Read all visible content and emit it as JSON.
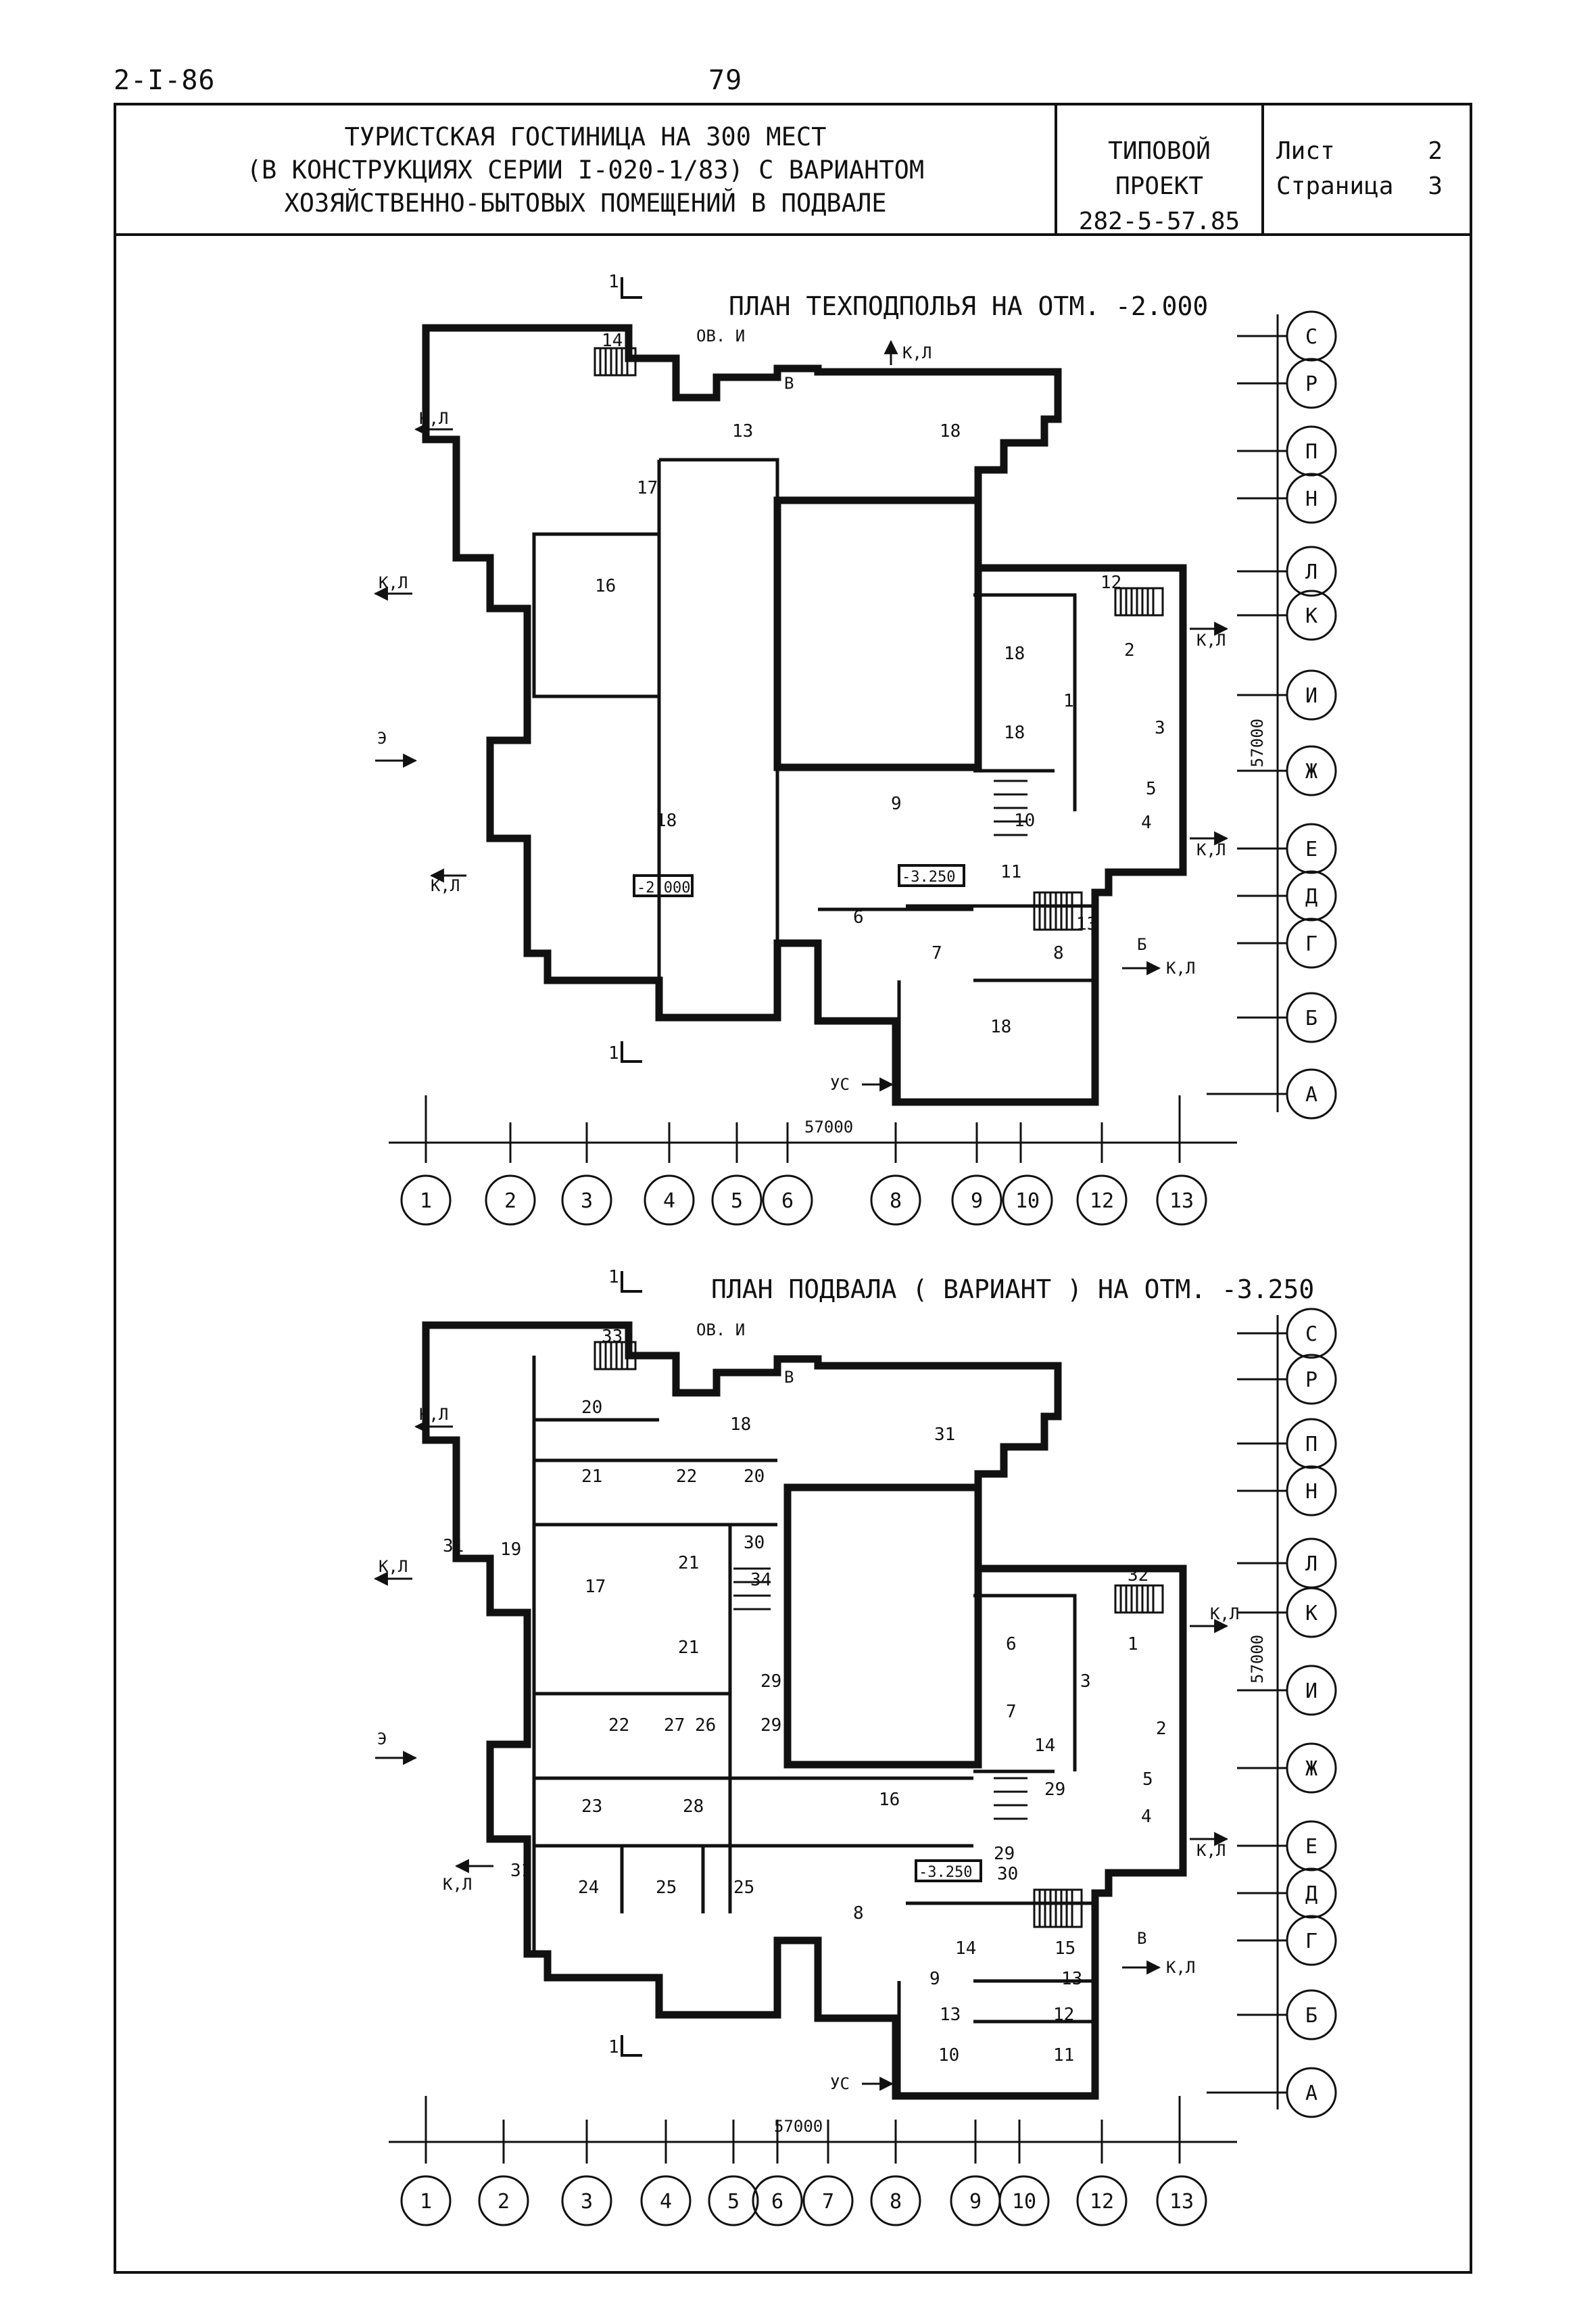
{
  "header": {
    "doc_code": "2-I-86",
    "page_number": "79",
    "title_lines": [
      "ТУРИСТСКАЯ ГОСТИНИЦА НА 300 МЕСТ",
      "(В КОНСТРУКЦИЯХ СЕРИИ I-020-1/83) С ВАРИАНТОМ",
      "ХОЗЯЙСТВЕННО-БЫТОВЫХ ПОМЕЩЕНИЙ В ПОДВАЛЕ"
    ],
    "project_label": "ТИПОВОЙ ПРОЕКТ",
    "project_number": "282-5-57.85",
    "sheet_label": "Лист",
    "sheet_value": "2",
    "page_label": "Страница",
    "page_value": "3"
  },
  "plans": [
    {
      "title": "ПЛАН ТЕХПОДПОЛЬЯ  НА ОТМ. -2.000",
      "dim_horizontal": "57000",
      "dim_vertical": "57000",
      "axes_numeric": [
        "1",
        "2",
        "3",
        "4",
        "5",
        "6",
        "8",
        "9",
        "10",
        "12",
        "13"
      ],
      "axes_letter": [
        "С",
        "Р",
        "П",
        "Н",
        "Л",
        "К",
        "И",
        "Ж",
        "Е",
        "Д",
        "Г",
        "Б",
        "А"
      ],
      "elevations": [
        "-2,000",
        "-3.250"
      ],
      "section_mark": "1",
      "entrance_labels": [
        "К,Л",
        "К,Л",
        "Э",
        "К,Л",
        "К,Л",
        "К,Л",
        "К,Л",
        "К,Л",
        "ОВ. И",
        "В",
        "Б",
        "УС"
      ],
      "rooms": [
        "14",
        "13",
        "18",
        "17",
        "16",
        "18",
        "18",
        "18",
        "1",
        "2",
        "3",
        "5",
        "4",
        "12",
        "9",
        "10",
        "11",
        "6",
        "7",
        "8",
        "13",
        "18"
      ]
    },
    {
      "title": "ПЛАН ПОДВАЛА ( ВАРИАНТ )  НА ОТМ. -3.250",
      "dim_horizontal": "57000",
      "dim_vertical": "57000",
      "axes_numeric": [
        "1",
        "2",
        "3",
        "4",
        "5",
        "6",
        "7",
        "8",
        "9",
        "10",
        "12",
        "13"
      ],
      "axes_letter": [
        "С",
        "Р",
        "П",
        "Н",
        "Л",
        "К",
        "И",
        "Ж",
        "Е",
        "Д",
        "Г",
        "Б",
        "А"
      ],
      "elevations": [
        "-3.250"
      ],
      "section_mark": "1",
      "entrance_labels": [
        "К,Л",
        "К,Л",
        "Э",
        "К,Л",
        "К,Л",
        "К,Л",
        "К,Л",
        "ОВ. И",
        "В",
        "В",
        "УС"
      ],
      "rooms": [
        "33",
        "20",
        "18",
        "31",
        "21",
        "22",
        "20",
        "31",
        "19",
        "17",
        "21",
        "30",
        "34",
        "21",
        "29",
        "29",
        "22",
        "27",
        "26",
        "6",
        "1",
        "32",
        "3",
        "7",
        "2",
        "14",
        "5",
        "29",
        "4",
        "23",
        "28",
        "16",
        "29",
        "31",
        "30",
        "24",
        "25",
        "25",
        "8",
        "14",
        "15",
        "13",
        "9",
        "13",
        "12",
        "10",
        "11"
      ]
    }
  ]
}
